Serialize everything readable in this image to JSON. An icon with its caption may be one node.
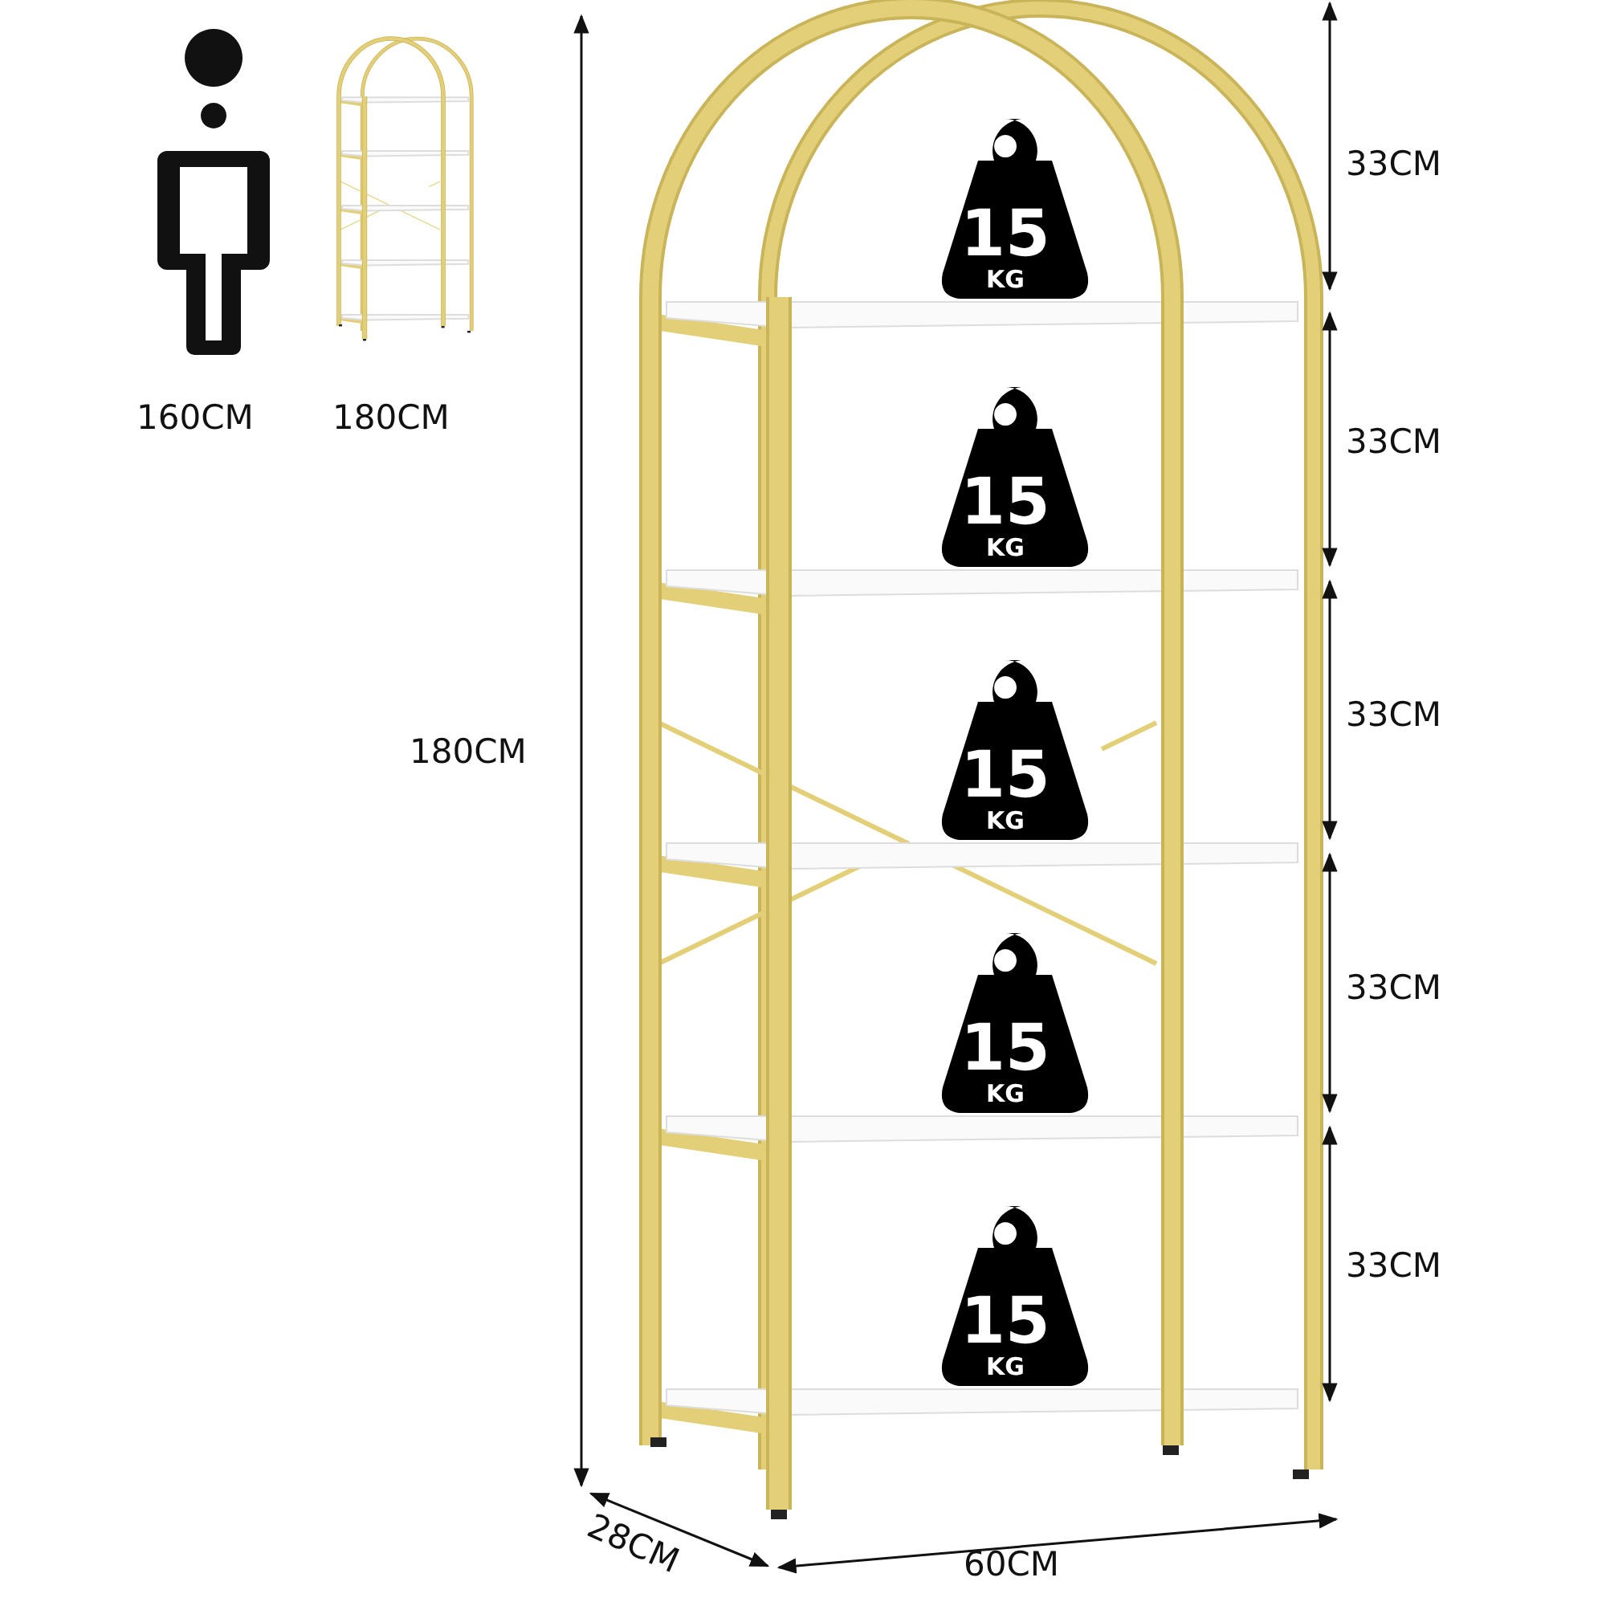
{
  "diagram": {
    "nodes": [
      {
        "text": [
          "15",
          "KG"
        ]
      },
      {
        "text": [
          "15",
          "KG"
        ]
      },
      {
        "text": [
          "15",
          "KG"
        ]
      },
      {
        "text": [
          "15",
          "KG"
        ]
      },
      {
        "text": [
          "15",
          "KG"
        ]
      }
    ],
    "labels": [
      "160CM",
      "180CM",
      "33CM",
      "33CM",
      "180CM",
      "33CM",
      "33CM",
      "33CM",
      "28CM",
      "60CM"
    ]
  }
}
